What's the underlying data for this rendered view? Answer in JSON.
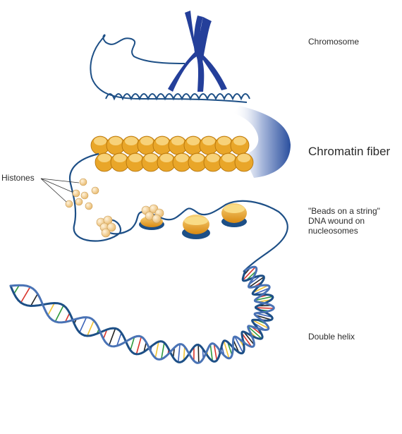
{
  "labels": {
    "chromosome": "Chromosome",
    "chromatin_fiber": "Chromatin fiber",
    "histones": "Histones",
    "beads_line1": "\"Beads on a string\"",
    "beads_line2": "DNA wound on",
    "beads_line3": "nucleosomes",
    "double_helix": "Double helix"
  },
  "colors": {
    "dna_strand": "#1d4f86",
    "chromosome": "#243f9a",
    "nucleosome_gold": "#e9a629",
    "nucleosome_light": "#f7d27a",
    "histone_bead": "#f6d8a2",
    "base_pairs": [
      "#d9342b",
      "#2f9a3c",
      "#f2c230",
      "#3b62b8",
      "#222222"
    ]
  }
}
